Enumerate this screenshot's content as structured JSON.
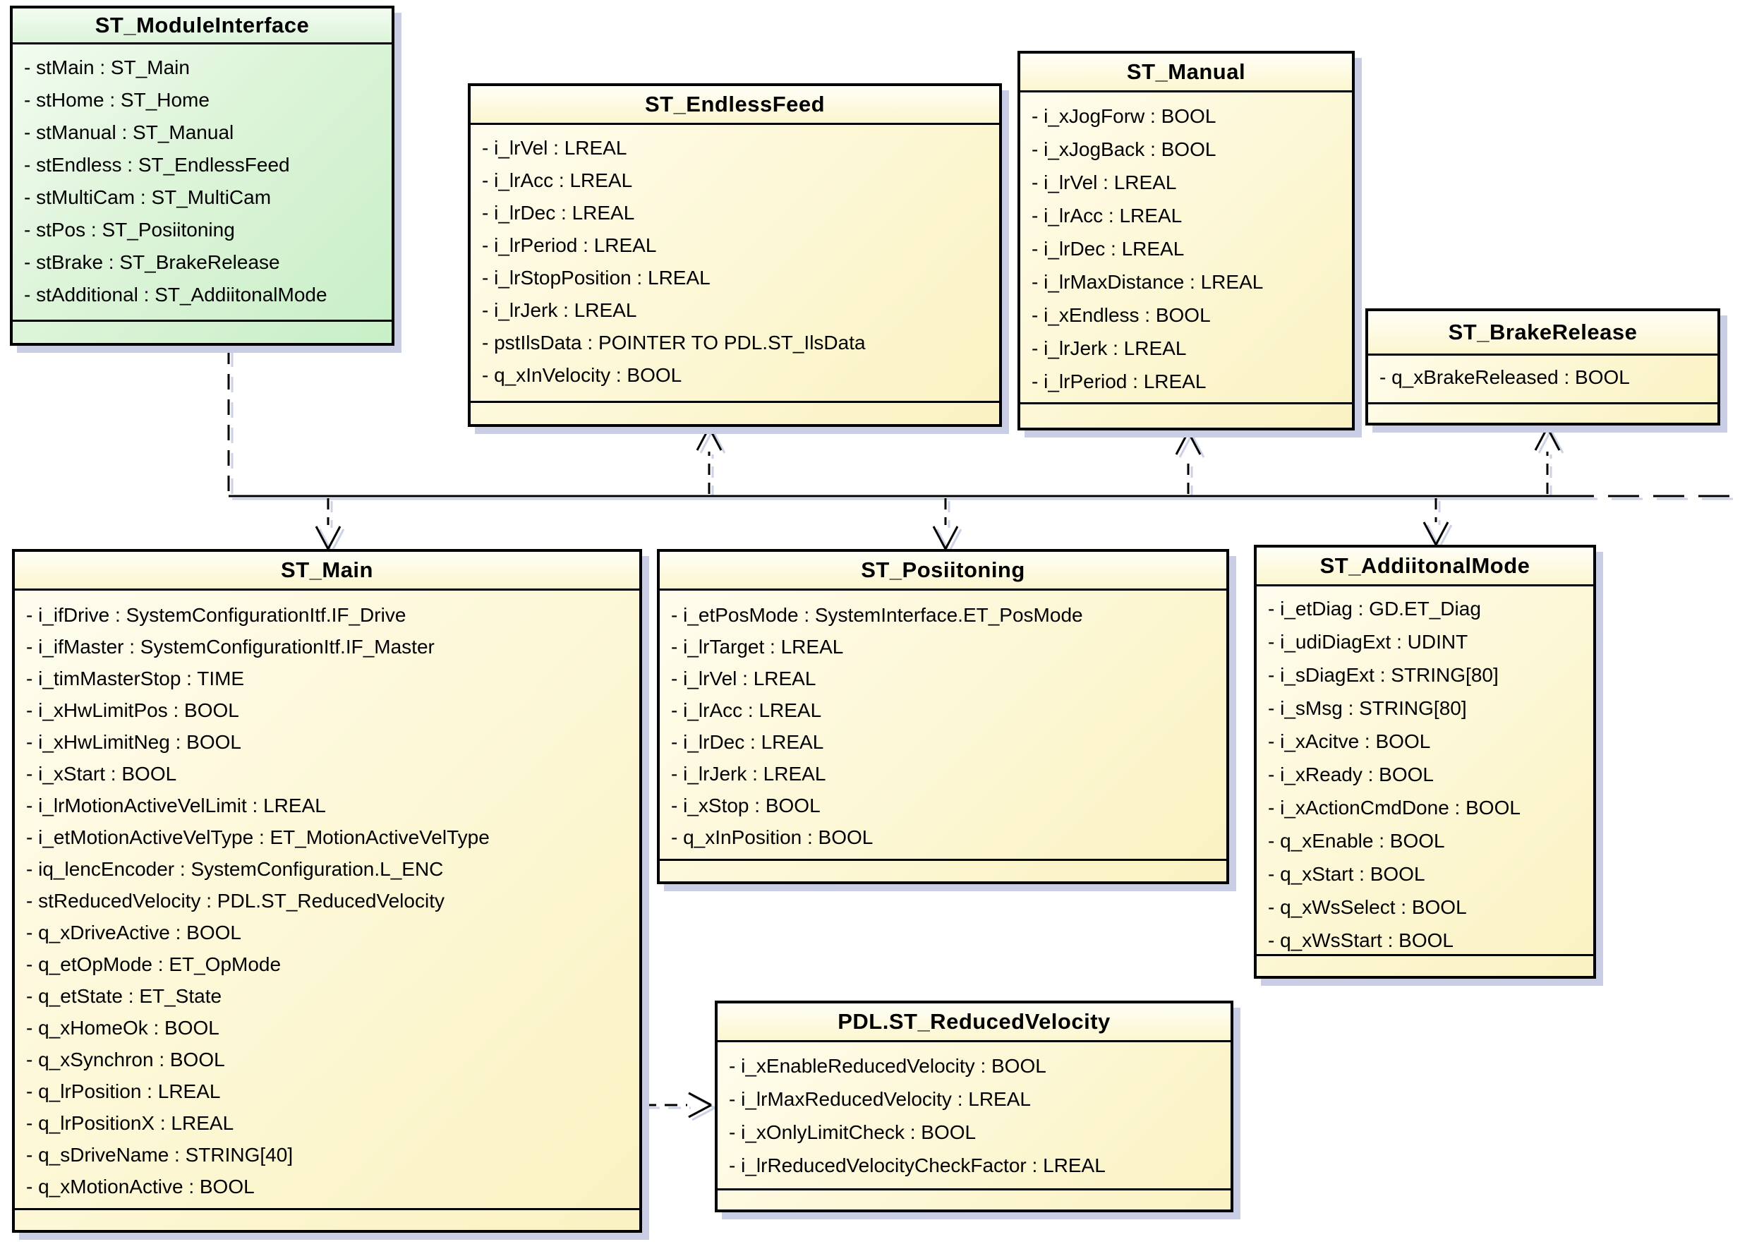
{
  "diagram": {
    "title": "UML structure diagram of module interface data types",
    "colors": {
      "yellow_fill": "#faf2c2",
      "green_fill": "#c8efc7",
      "border": "#000000",
      "shadow": "#c9cee4",
      "connector": "#000000"
    },
    "classes": [
      {
        "id": "module_interface",
        "name": "ST_ModuleInterface",
        "color_scheme": "green",
        "attributes": [
          "- stMain : ST_Main",
          "- stHome : ST_Home",
          "- stManual : ST_Manual",
          "- stEndless : ST_EndlessFeed",
          "- stMultiCam : ST_MultiCam",
          "- stPos : ST_Posiitoning",
          "- stBrake : ST_BrakeRelease",
          "- stAdditional : ST_AddiitonalMode"
        ]
      },
      {
        "id": "endless_feed",
        "name": "ST_EndlessFeed",
        "color_scheme": "yellow",
        "attributes": [
          "- i_lrVel : LREAL",
          "- i_lrAcc : LREAL",
          "- i_lrDec : LREAL",
          "- i_lrPeriod : LREAL",
          "- i_lrStopPosition : LREAL",
          "- i_lrJerk : LREAL",
          "- pstIlsData : POINTER TO PDL.ST_IlsData",
          "- q_xInVelocity : BOOL"
        ]
      },
      {
        "id": "manual",
        "name": "ST_Manual",
        "color_scheme": "yellow",
        "attributes": [
          "- i_xJogForw : BOOL",
          "- i_xJogBack : BOOL",
          "- i_lrVel : LREAL",
          "- i_lrAcc : LREAL",
          "- i_lrDec : LREAL",
          "- i_lrMaxDistance : LREAL",
          "- i_xEndless : BOOL",
          "- i_lrJerk : LREAL",
          "- i_lrPeriod : LREAL"
        ]
      },
      {
        "id": "brake_release",
        "name": "ST_BrakeRelease",
        "color_scheme": "yellow",
        "attributes": [
          "- q_xBrakeReleased : BOOL"
        ]
      },
      {
        "id": "main",
        "name": "ST_Main",
        "color_scheme": "yellow",
        "attributes": [
          "- i_ifDrive : SystemConfigurationItf.IF_Drive",
          "- i_ifMaster : SystemConfigurationItf.IF_Master",
          "- i_timMasterStop : TIME",
          "- i_xHwLimitPos : BOOL",
          "- i_xHwLimitNeg : BOOL",
          "- i_xStart : BOOL",
          "- i_lrMotionActiveVelLimit : LREAL",
          "- i_etMotionActiveVelType : ET_MotionActiveVelType",
          "- iq_lencEncoder : SystemConfiguration.L_ENC",
          "- stReducedVelocity : PDL.ST_ReducedVelocity",
          "- q_xDriveActive : BOOL",
          "- q_etOpMode : ET_OpMode",
          "- q_etState : ET_State",
          "- q_xHomeOk : BOOL",
          "- q_xSynchron : BOOL",
          "- q_lrPosition : LREAL",
          "- q_lrPositionX : LREAL",
          "- q_sDriveName : STRING[40]",
          "- q_xMotionActive : BOOL"
        ]
      },
      {
        "id": "positioning",
        "name": "ST_Posiitoning",
        "color_scheme": "yellow",
        "attributes": [
          "- i_etPosMode : SystemInterface.ET_PosMode",
          "- i_lrTarget : LREAL",
          "- i_lrVel : LREAL",
          "- i_lrAcc : LREAL",
          "- i_lrDec : LREAL",
          "- i_lrJerk : LREAL",
          "- i_xStop : BOOL",
          "- q_xInPosition : BOOL"
        ]
      },
      {
        "id": "additional_mode",
        "name": "ST_AddiitonalMode",
        "color_scheme": "yellow",
        "attributes": [
          "- i_etDiag : GD.ET_Diag",
          "- i_udiDiagExt : UDINT",
          "- i_sDiagExt : STRING[80]",
          "- i_sMsg : STRING[80]",
          "- i_xAcitve : BOOL",
          "- i_xReady : BOOL",
          "- i_xActionCmdDone : BOOL",
          "- q_xEnable : BOOL",
          "- q_xStart : BOOL",
          "- q_xWsSelect : BOOL",
          "- q_xWsStart : BOOL"
        ]
      },
      {
        "id": "reduced_velocity",
        "name": "PDL.ST_ReducedVelocity",
        "color_scheme": "yellow",
        "attributes": [
          "- i_xEnableReducedVelocity : BOOL",
          "- i_lrMaxReducedVelocity : LREAL",
          "- i_xOnlyLimitCheck : BOOL",
          "- i_lrReducedVelocityCheckFactor : LREAL"
        ]
      }
    ]
  }
}
